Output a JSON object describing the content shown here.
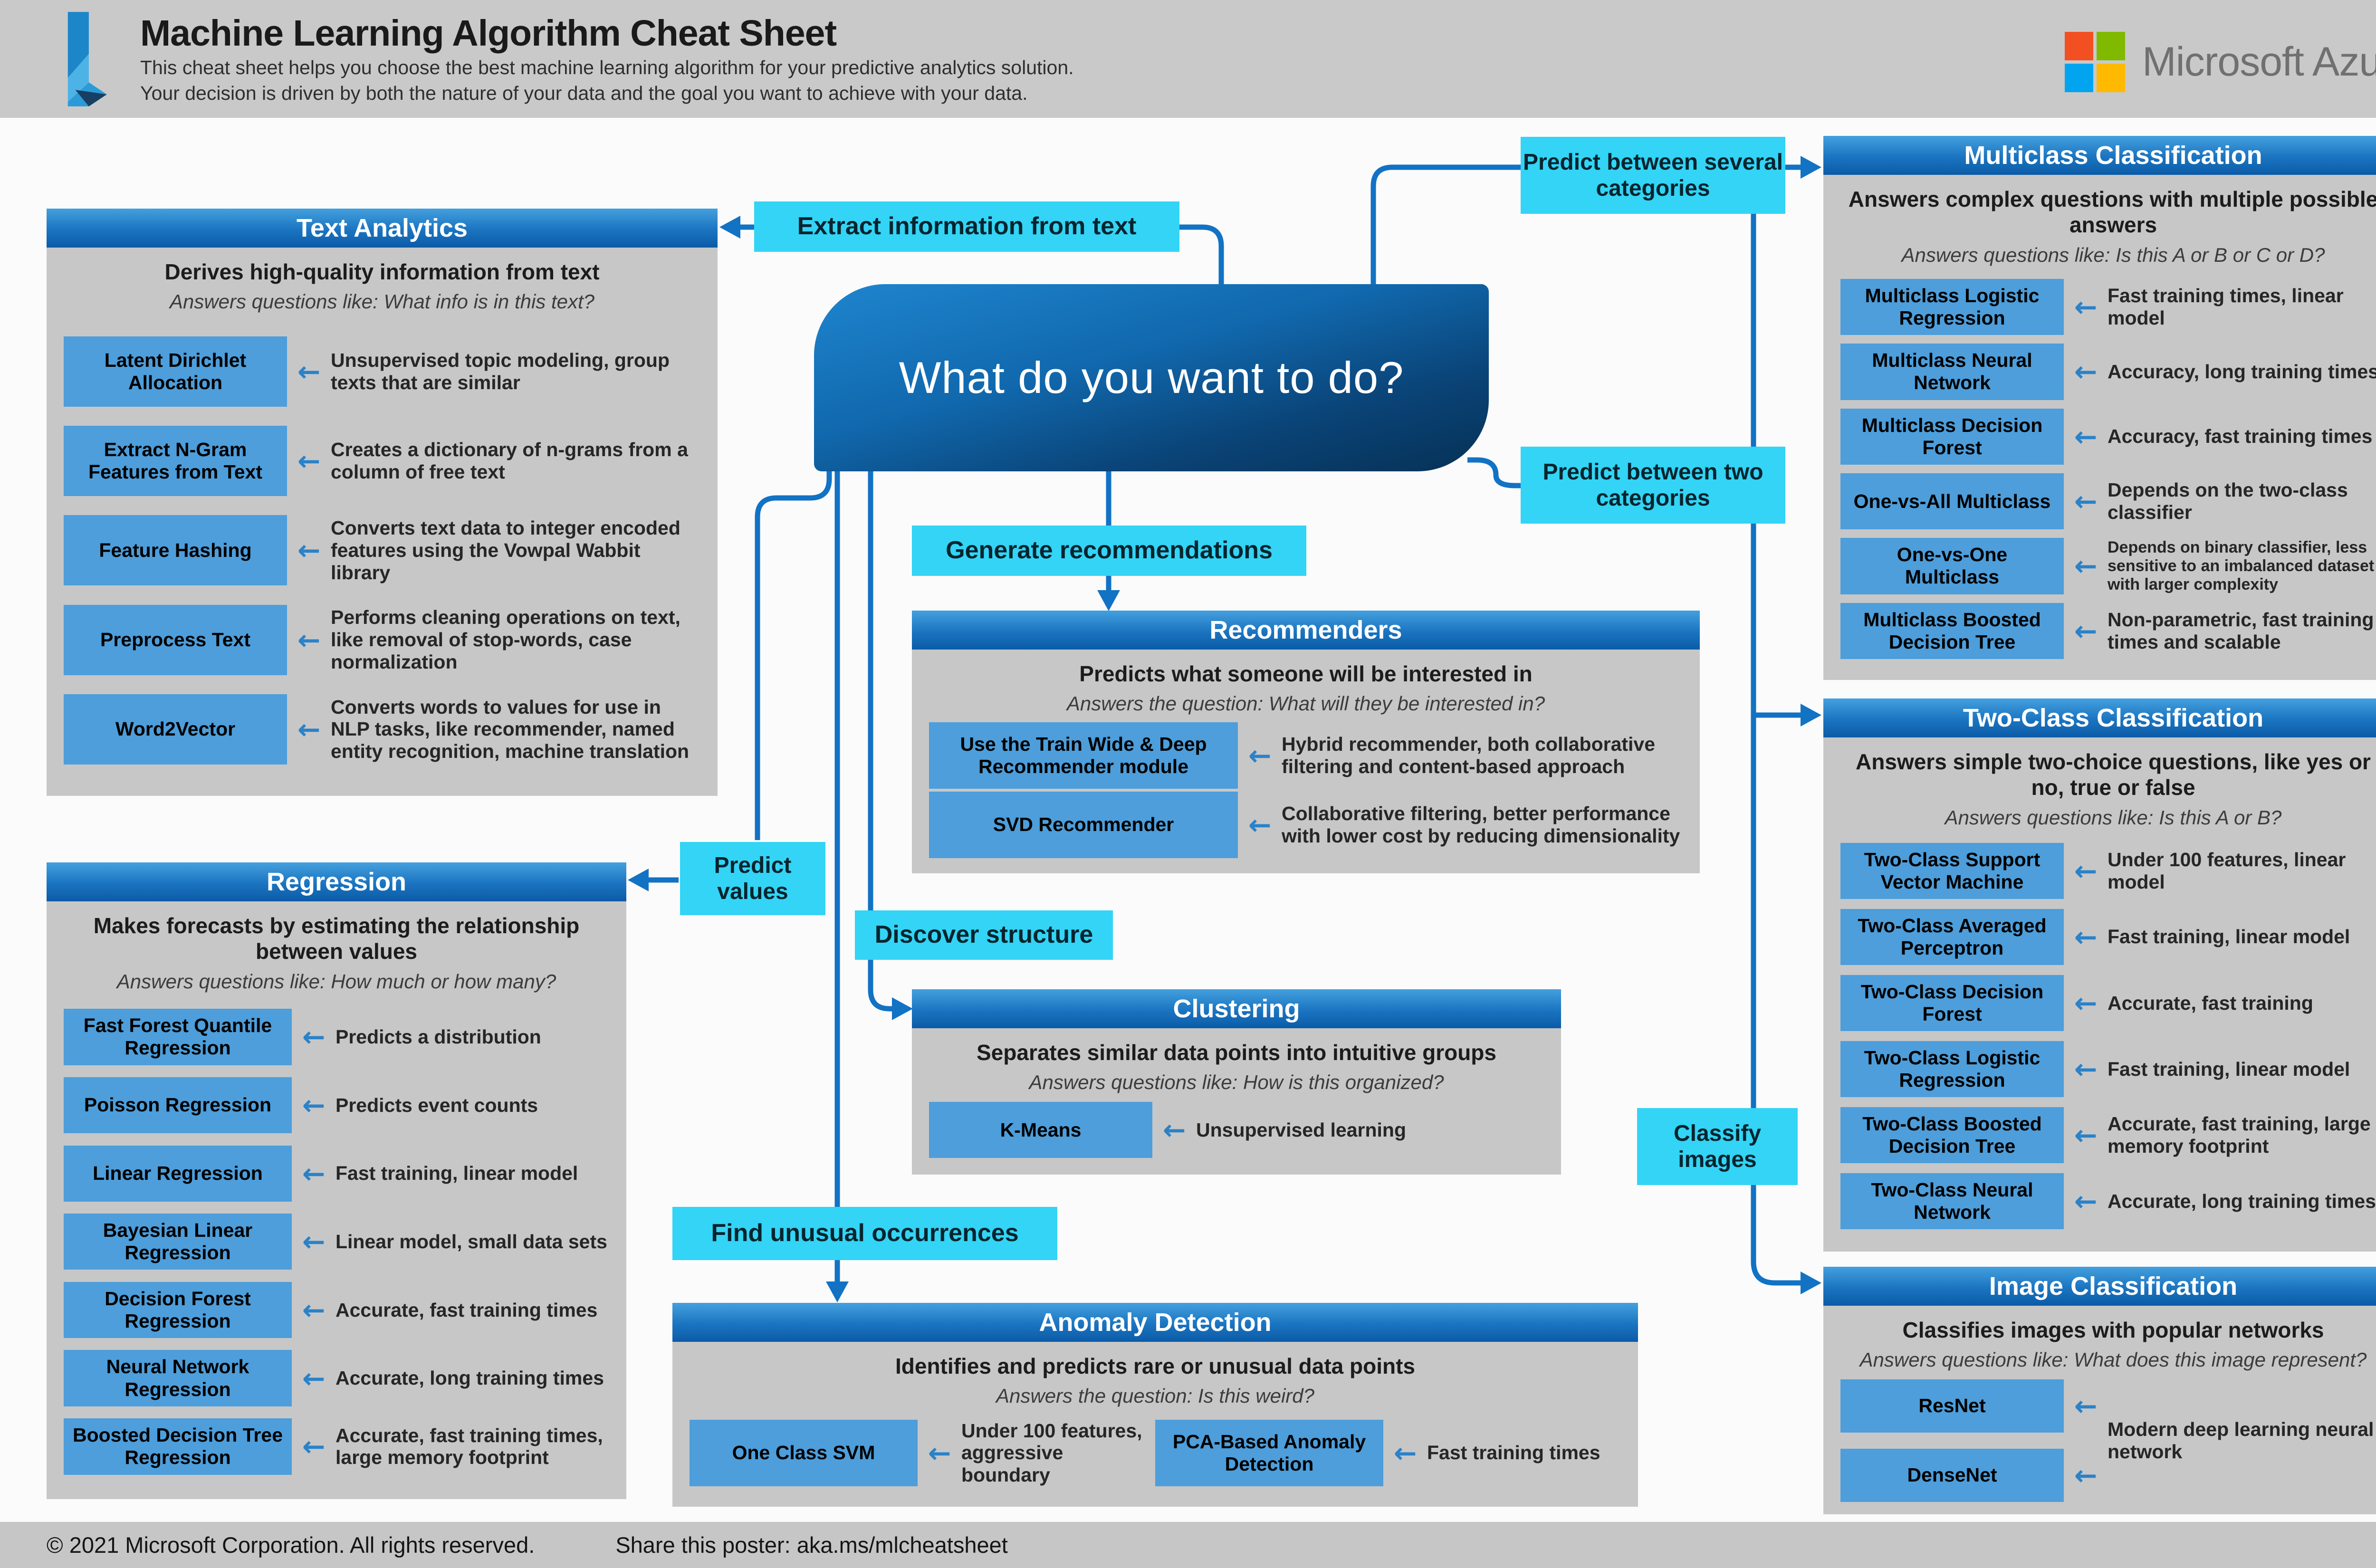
{
  "header": {
    "title": "Machine Learning Algorithm Cheat Sheet",
    "subtitle_line1": "This cheat sheet helps you choose the best machine learning algorithm for your predictive analytics solution.",
    "subtitle_line2": "Your decision is driven by both the nature of your data and the goal you want to achieve with your data.",
    "brand": "Microsoft Azure"
  },
  "node": {
    "text": "What do you want to do?"
  },
  "labels": [
    {
      "id": "extract",
      "text": "Extract information from text"
    },
    {
      "id": "several",
      "text": "Predict between several categories"
    },
    {
      "id": "two",
      "text": "Predict between two categories"
    },
    {
      "id": "generate",
      "text": "Generate recommendations"
    },
    {
      "id": "values",
      "text": "Predict values"
    },
    {
      "id": "discover",
      "text": "Discover structure"
    },
    {
      "id": "unusual",
      "text": "Find unusual occurrences"
    },
    {
      "id": "classify",
      "text": "Classify images"
    }
  ],
  "panels": [
    {
      "id": "text-analytics",
      "title": "Text Analytics",
      "subtitle": "Derives high-quality information from text",
      "question": "Answers questions like: What info is in this text?",
      "items": [
        {
          "name": "Latent Dirichlet Allocation",
          "desc": "Unsupervised topic modeling, group texts that are similar"
        },
        {
          "name": "Extract N-Gram Features from Text",
          "desc": "Creates a dictionary of n-grams from a column of free text"
        },
        {
          "name": "Feature Hashing",
          "desc": "Converts text data to integer encoded features using the Vowpal Wabbit library"
        },
        {
          "name": "Preprocess Text",
          "desc": "Performs cleaning operations on text, like removal of stop-words, case normalization"
        },
        {
          "name": "Word2Vector",
          "desc": "Converts words to values for use in NLP tasks, like recommender, named entity recognition, machine translation"
        }
      ]
    },
    {
      "id": "regression",
      "title": "Regression",
      "subtitle": "Makes forecasts by estimating the relationship between values",
      "question": "Answers questions like: How much or how many?",
      "items": [
        {
          "name": "Fast Forest Quantile Regression",
          "desc": "Predicts a distribution"
        },
        {
          "name": "Poisson Regression",
          "desc": "Predicts event counts"
        },
        {
          "name": "Linear Regression",
          "desc": "Fast training, linear model"
        },
        {
          "name": "Bayesian Linear Regression",
          "desc": "Linear model, small data sets"
        },
        {
          "name": "Decision Forest Regression",
          "desc": "Accurate, fast training times"
        },
        {
          "name": "Neural Network Regression",
          "desc": "Accurate, long training times"
        },
        {
          "name": "Boosted Decision Tree Regression",
          "desc": "Accurate, fast training times, large memory footprint"
        }
      ]
    },
    {
      "id": "recommenders",
      "title": "Recommenders",
      "subtitle": "Predicts what someone will be interested in",
      "question": "Answers the question: What will they be interested in?",
      "items": [
        {
          "name": "Use the Train Wide & Deep Recommender module",
          "desc": "Hybrid recommender, both collaborative filtering and content-based approach"
        },
        {
          "name": "SVD Recommender",
          "desc": "Collaborative filtering, better performance with lower cost by reducing dimensionality"
        }
      ]
    },
    {
      "id": "clustering",
      "title": "Clustering",
      "subtitle": "Separates similar data points into intuitive groups",
      "question": "Answers questions like: How is this organized?",
      "items": [
        {
          "name": "K-Means",
          "desc": "Unsupervised learning"
        }
      ]
    },
    {
      "id": "anomaly-detection",
      "title": "Anomaly Detection",
      "subtitle": "Identifies and predicts rare or unusual data points",
      "question": "Answers the question: Is this weird?",
      "layout": "inline-pairs",
      "items": [
        {
          "name": "One Class SVM",
          "desc": "Under 100 features, aggressive boundary"
        },
        {
          "name": "PCA-Based Anomaly Detection",
          "desc": "Fast training times"
        }
      ]
    },
    {
      "id": "multiclass",
      "title": "Multiclass Classification",
      "subtitle": "Answers complex questions with multiple possible answers",
      "question": "Answers questions like: Is this A or B or C or D?",
      "items": [
        {
          "name": "Multiclass Logistic Regression",
          "desc": "Fast training times, linear model"
        },
        {
          "name": "Multiclass Neural Network",
          "desc": "Accuracy, long training times"
        },
        {
          "name": "Multiclass Decision Forest",
          "desc": "Accuracy, fast training times"
        },
        {
          "name": "One-vs-All Multiclass",
          "desc": "Depends on the two-class classifier"
        },
        {
          "name": "One-vs-One Multiclass",
          "desc": "Depends on binary classifier, less sensitive to an imbalanced dataset with larger complexity"
        },
        {
          "name": "Multiclass Boosted Decision Tree",
          "desc": "Non-parametric, fast training times and scalable"
        }
      ]
    },
    {
      "id": "two-class",
      "title": "Two-Class Classification",
      "subtitle": "Answers simple two-choice questions, like yes or no, true or false",
      "question": "Answers questions like: Is this A or B?",
      "items": [
        {
          "name": "Two-Class Support Vector Machine",
          "desc": "Under 100 features, linear model"
        },
        {
          "name": "Two-Class Averaged Perceptron",
          "desc": "Fast training, linear model"
        },
        {
          "name": "Two-Class Decision Forest",
          "desc": "Accurate, fast training"
        },
        {
          "name": "Two-Class Logistic Regression",
          "desc": "Fast training, linear model"
        },
        {
          "name": "Two-Class Boosted Decision Tree",
          "desc": "Accurate, fast training, large memory footprint"
        },
        {
          "name": "Two-Class Neural Network",
          "desc": "Accurate, long training times"
        }
      ]
    },
    {
      "id": "image-classification",
      "title": "Image Classification",
      "subtitle": "Classifies images with popular networks",
      "question": "Answers questions like: What does this image represent?",
      "layout": "shared-desc",
      "shared_desc": "Modern deep learning neural network",
      "items": [
        {
          "name": "ResNet"
        },
        {
          "name": "DenseNet"
        }
      ]
    }
  ],
  "footer": {
    "copyright": "© 2021 Microsoft Corporation. All rights reserved.",
    "share": "Share this poster: aka.ms/mlcheatsheet"
  },
  "colors": {
    "accent_cyan": "#33d4f5",
    "panel_header_blue": "#1b74c0",
    "algo_box_blue": "#4d9edb",
    "connector_blue": "#1272c4",
    "node_gradient_top": "#1e85cf",
    "node_gradient_bottom": "#063156",
    "ms_red": "#f25022",
    "ms_green": "#7fba00",
    "ms_blue": "#00a4ef",
    "ms_yellow": "#ffb900"
  }
}
